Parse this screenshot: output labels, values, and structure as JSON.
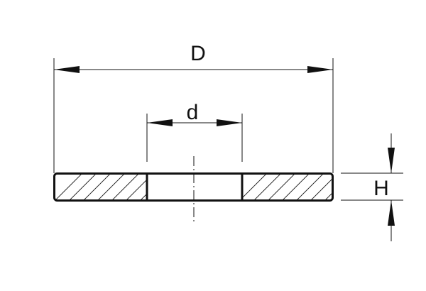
{
  "dimensions": {
    "outer_diameter_label": "D",
    "inner_diameter_label": "d",
    "height_label": "H"
  },
  "colors": {
    "line": "#111111",
    "background": "#ffffff"
  }
}
